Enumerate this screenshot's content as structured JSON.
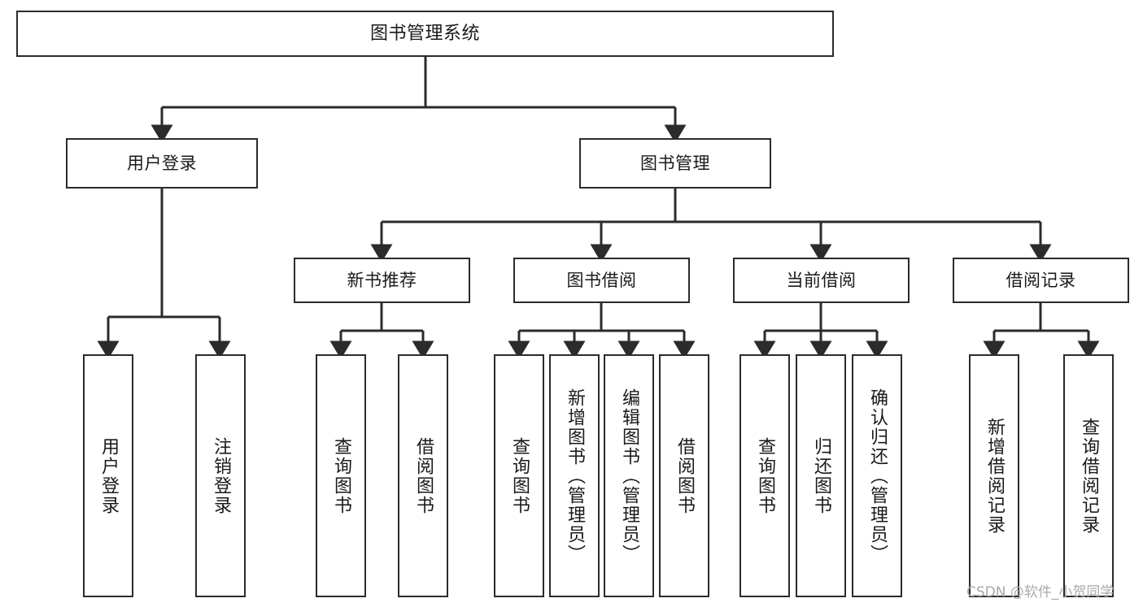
{
  "diagram": {
    "title": "图书管理系统",
    "type": "tree-hierarchy-chart",
    "orientation": "top-down",
    "box_border_color": "#2b2b2b",
    "box_fill_color": "#ffffff",
    "connector_color": "#2b2b2b",
    "text_color": "#1a1a1a"
  },
  "root": {
    "label": "图书管理系统"
  },
  "level2": [
    {
      "label": "用户登录"
    },
    {
      "label": "图书管理"
    }
  ],
  "level3": [
    {
      "label": "新书推荐"
    },
    {
      "label": "图书借阅"
    },
    {
      "label": "当前借阅"
    },
    {
      "label": "借阅记录"
    }
  ],
  "leaves": {
    "user_login": [
      {
        "label": "用户登录"
      },
      {
        "label": "注销登录"
      }
    ],
    "new_book_recommend": [
      {
        "label": "查询图书"
      },
      {
        "label": "借阅图书"
      }
    ],
    "book_borrow": [
      {
        "label": "查询图书"
      },
      {
        "label": "新增图书（管理员）"
      },
      {
        "label": "编辑图书（管理员）"
      },
      {
        "label": "借阅图书"
      }
    ],
    "current_borrow": [
      {
        "label": "查询图书"
      },
      {
        "label": "归还图书"
      },
      {
        "label": "确认归还（管理员）"
      }
    ],
    "borrow_record": [
      {
        "label": "新增借阅记录"
      },
      {
        "label": "查询借阅记录"
      }
    ]
  },
  "watermark": {
    "text": "CSDN @软件_小贺同学"
  }
}
